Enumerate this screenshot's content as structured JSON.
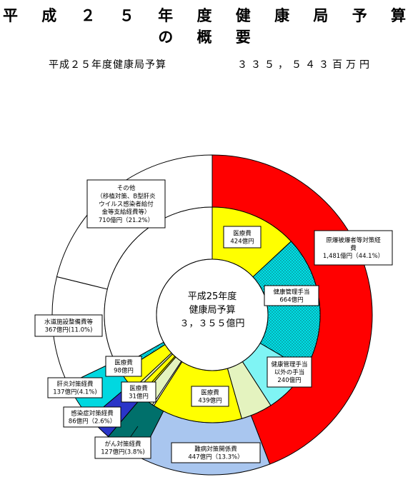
{
  "title": "平 成 ２ ５ 年 度 健 康 局 予 算 の 概 要",
  "budget": {
    "label": "平成２５年度健康局予算",
    "amount": "３３５，５４３百万円"
  },
  "chart_data": {
    "type": "pie",
    "unit": "億円",
    "center_label": [
      "平成25年度",
      "健康局予算",
      "３，３５５億円"
    ],
    "outer_series": [
      {
        "lines": [
          "原爆被爆者等対策経",
          "費",
          "1,481億円（44.1%）"
        ],
        "value": 1481,
        "percent": 44.1,
        "color": "#ff0000"
      },
      {
        "lines": [
          "難病対策関係費",
          "447億円（13.3%）"
        ],
        "value": 447,
        "percent": 13.3,
        "color": "#a9c6ef"
      },
      {
        "lines": [
          "がん対策経費",
          "127億円(3.8%)"
        ],
        "value": 127,
        "percent": 3.8,
        "color": "#00706b"
      },
      {
        "lines": [
          "感染症対策経費",
          "86億円（2.6%）"
        ],
        "value": 86,
        "percent": 2.6,
        "color": "#2a35c8"
      },
      {
        "lines": [
          "肝炎対策経費",
          "137億円(4.1%)"
        ],
        "value": 137,
        "percent": 4.1,
        "color": "#00d8e0"
      },
      {
        "lines": [
          "水道施設整備費等",
          "367億円(11.0%)"
        ],
        "value": 367,
        "percent": 11.0,
        "color": "#ffffff"
      },
      {
        "lines": [
          "その他",
          "（移植対策、B型肝炎",
          "ウイルス感染者給付",
          "金等支給経費等）",
          "710億円（21.2%）"
        ],
        "value": 710,
        "percent": 21.2,
        "color": "#ffffff"
      }
    ],
    "inner_series": [
      {
        "lines": [
          "医療費",
          "424億円"
        ],
        "value": 424,
        "color": "#ffff00",
        "pattern": "solid"
      },
      {
        "lines": [
          "健康管理手当",
          "664億円"
        ],
        "value": 664,
        "color": "#00e0e6",
        "pattern": "dots"
      },
      {
        "lines": [
          "健康管理手当",
          "以外の手当",
          "240億円"
        ],
        "value": 240,
        "color": "#7ff4f4",
        "pattern": "solid"
      },
      {
        "lines": [],
        "value": 153,
        "color": "#e4f3bf",
        "pattern": "solid"
      },
      {
        "lines": [
          "医療費",
          "439億円"
        ],
        "value": 439,
        "color": "#ffff00",
        "pattern": "solid"
      },
      {
        "lines": [],
        "value": 8,
        "color": "#ffffff",
        "pattern": "solid"
      },
      {
        "lines": [],
        "value": 65,
        "color": "#e4f3bf",
        "pattern": "solid"
      },
      {
        "lines": [],
        "value": 10,
        "color": "#ffff00",
        "pattern": "solid"
      },
      {
        "lines": [
          "医療費",
          "31億円"
        ],
        "value": 31,
        "color": "#ffff00",
        "pattern": "solid"
      },
      {
        "lines": [],
        "value": 14,
        "color": "#e4f3bf",
        "pattern": "solid"
      },
      {
        "lines": [
          "医療費",
          "98億円"
        ],
        "value": 98,
        "color": "#ffff00",
        "pattern": "solid"
      },
      {
        "lines": [],
        "value": 26,
        "color": "#00d8e0",
        "pattern": "dots"
      },
      {
        "lines": [],
        "value": 1077,
        "color": "#ffffff",
        "pattern": "solid"
      }
    ]
  }
}
